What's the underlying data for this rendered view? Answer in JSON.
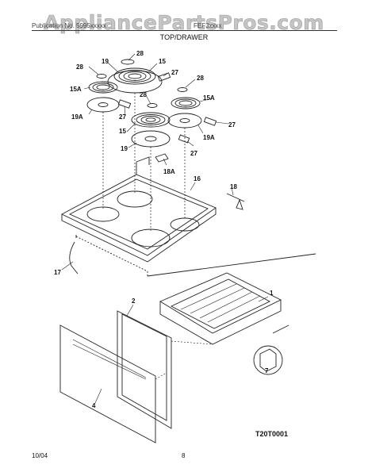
{
  "watermark": "AppliancePartsPros.com",
  "header": {
    "left": "Publication No. 5995xxxxx",
    "right": "FEF3xxxx",
    "title": "TOP/DRAWER"
  },
  "callouts": [
    {
      "id": "c28a",
      "text": "28"
    },
    {
      "id": "c28b",
      "text": "28"
    },
    {
      "id": "c28c",
      "text": "28"
    },
    {
      "id": "c28d",
      "text": "28"
    },
    {
      "id": "c19a",
      "text": "19"
    },
    {
      "id": "c19b",
      "text": "19"
    },
    {
      "id": "c15a",
      "text": "15"
    },
    {
      "id": "c15b",
      "text": "15"
    },
    {
      "id": "c15Aa",
      "text": "15A"
    },
    {
      "id": "c15Ab",
      "text": "15A"
    },
    {
      "id": "c27a",
      "text": "27"
    },
    {
      "id": "c27b",
      "text": "27"
    },
    {
      "id": "c27c",
      "text": "27"
    },
    {
      "id": "c27d",
      "text": "27"
    },
    {
      "id": "c19Aa",
      "text": "19A"
    },
    {
      "id": "c19Ab",
      "text": "19A"
    },
    {
      "id": "c18A",
      "text": "18A"
    },
    {
      "id": "c16",
      "text": "16"
    },
    {
      "id": "c18",
      "text": "18"
    },
    {
      "id": "c17",
      "text": "17"
    },
    {
      "id": "c1",
      "text": "1"
    },
    {
      "id": "c2",
      "text": "2"
    },
    {
      "id": "c7",
      "text": "7"
    },
    {
      "id": "c4",
      "text": "4"
    }
  ],
  "figure_code": "T20T0001",
  "footer": {
    "date": "10/04",
    "page": "8"
  }
}
